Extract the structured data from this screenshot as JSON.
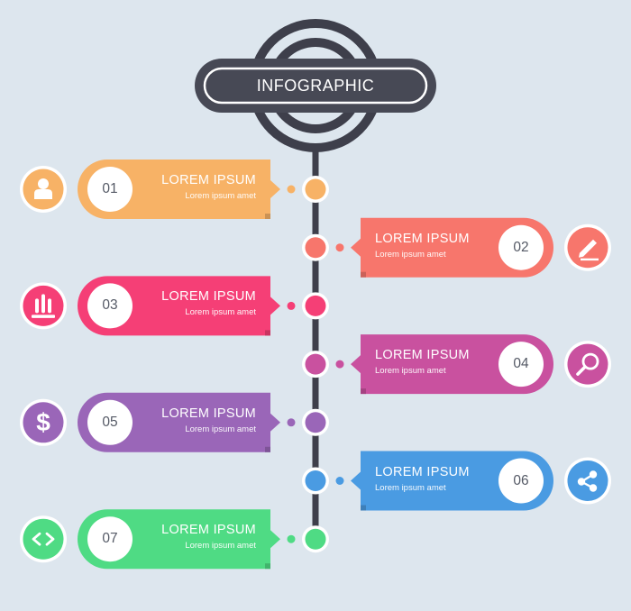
{
  "title": "INFOGRAPHIC",
  "colors": {
    "background": "#dde6ee",
    "line": "#3e3f4b",
    "title_bar": "#474955"
  },
  "steps": [
    {
      "number": "01",
      "title": "LOREM IPSUM",
      "subtitle": "Lorem ipsum amet",
      "side": "left",
      "color": "#f7b266",
      "icon": "user-icon"
    },
    {
      "number": "02",
      "title": "LOREM IPSUM",
      "subtitle": "Lorem ipsum amet",
      "side": "right",
      "color": "#f7766c",
      "icon": "pencil-icon"
    },
    {
      "number": "03",
      "title": "LOREM IPSUM",
      "subtitle": "Lorem ipsum amet",
      "side": "left",
      "color": "#f53f76",
      "icon": "bar-chart-icon"
    },
    {
      "number": "04",
      "title": "LOREM IPSUM",
      "subtitle": "Lorem ipsum amet",
      "side": "right",
      "color": "#c9519f",
      "icon": "search-icon"
    },
    {
      "number": "05",
      "title": "LOREM IPSUM",
      "subtitle": "Lorem ipsum amet",
      "side": "left",
      "color": "#9a66b8",
      "icon": "dollar-icon"
    },
    {
      "number": "06",
      "title": "LOREM IPSUM",
      "subtitle": "Lorem ipsum amet",
      "side": "right",
      "color": "#4a9be2",
      "icon": "share-icon"
    },
    {
      "number": "07",
      "title": "LOREM IPSUM",
      "subtitle": "Lorem ipsum amet",
      "side": "left",
      "color": "#4fdb84",
      "icon": "code-icon"
    }
  ]
}
